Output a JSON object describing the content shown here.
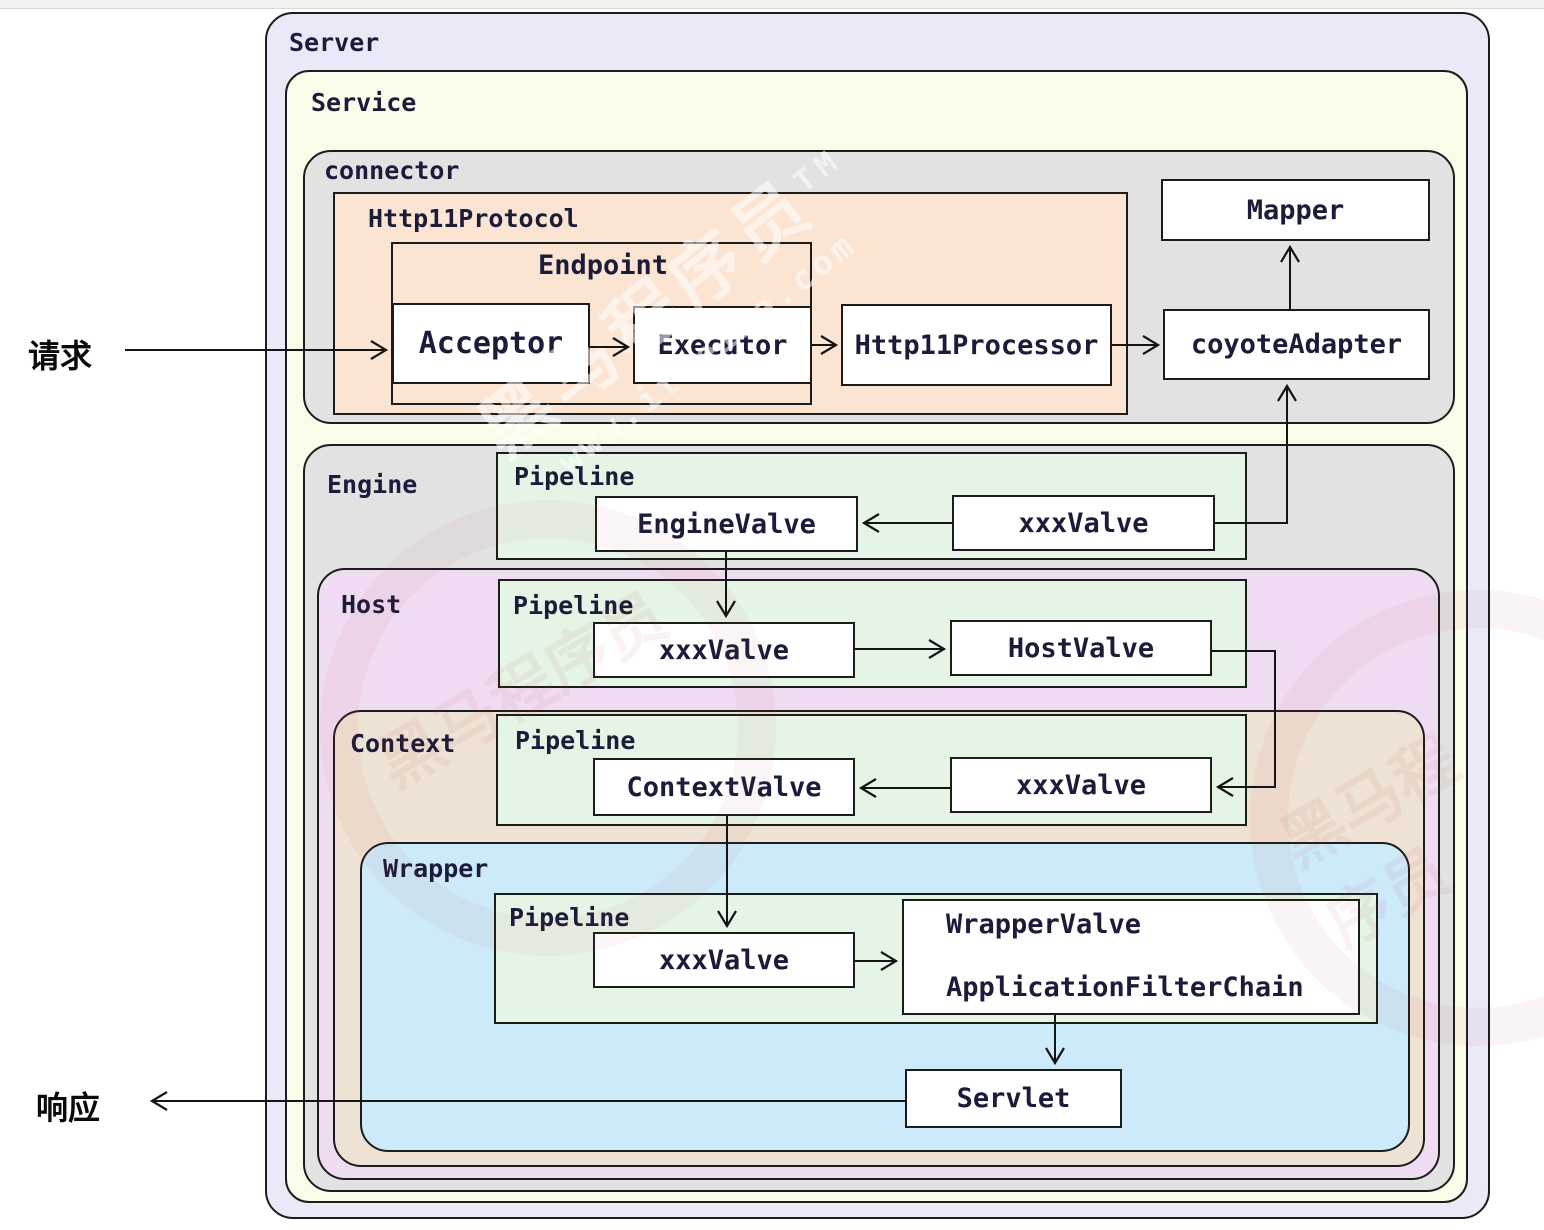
{
  "colors": {
    "server_bg": "#e9e9f8",
    "service_bg": "#fbfbe9",
    "connector_bg": "#e2e2e2",
    "engine_bg": "#e2e2e2",
    "host_bg": "#f0dcf2",
    "context_bg": "#eee2d4",
    "wrapper_bg": "#cdeafa",
    "pipeline_bg": "#e4f5e6",
    "http11protocol_bg": "#fbe4d2",
    "box_bg": "#ffffff",
    "line": "#141414",
    "text": "#1b1b3a"
  },
  "server": {
    "label": "Server",
    "service": {
      "label": "Service",
      "connector": {
        "label": "connector",
        "http11protocol": {
          "label": "Http11Protocol",
          "endpoint": {
            "label": "Endpoint",
            "acceptor": "Acceptor",
            "executor": "Executor"
          },
          "http11processor": "Http11Processor"
        },
        "mapper": "Mapper",
        "coyote_adapter": "coyoteAdapter"
      },
      "engine": {
        "label": "Engine",
        "pipeline": {
          "label": "Pipeline",
          "engine_valve": "EngineValve",
          "xxx_valve": "xxxValve"
        },
        "host": {
          "label": "Host",
          "pipeline": {
            "label": "Pipeline",
            "xxx_valve": "xxxValve",
            "host_valve": "HostValve"
          },
          "context": {
            "label": "Context",
            "pipeline": {
              "label": "Pipeline",
              "context_valve": "ContextValve",
              "xxx_valve": "xxxValve"
            },
            "wrapper": {
              "label": "Wrapper",
              "pipeline": {
                "label": "Pipeline",
                "xxx_valve": "xxxValve",
                "wrapper_valve": "WrapperValve",
                "application_filter_chain": "ApplicationFilterChain"
              },
              "servlet": "Servlet"
            }
          }
        }
      }
    }
  },
  "annotations": {
    "request": "请求",
    "response": "响应"
  },
  "watermark": {
    "brand": "黑马程序员",
    "tm": "TM",
    "site": "www.itheima.com"
  }
}
